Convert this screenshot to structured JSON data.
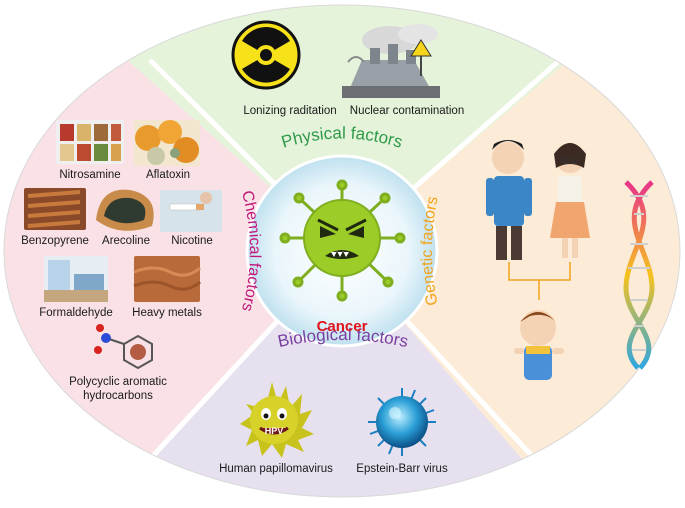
{
  "center": {
    "label": "Cancer"
  },
  "sectors": {
    "physical": {
      "title": "Physical factors",
      "color": "#2f9a4a",
      "items": [
        "Lonizing raditation",
        "Nuclear contamination"
      ]
    },
    "chemical": {
      "title": "Chemical factors",
      "color": "#c2187a",
      "items": [
        "Nitrosamine",
        "Aflatoxin",
        "Benzopyrene",
        "Arecoline",
        "Nicotine",
        "Formaldehyde",
        "Heavy metals",
        "Polycyclic aromatic",
        "hydrocarbons"
      ]
    },
    "genetic": {
      "title": "Genetic factors",
      "color": "#f2a31b"
    },
    "biological": {
      "title": "Biological factors",
      "color": "#7a3fa0",
      "items": [
        "Human papillomavirus",
        "Epstein-Barr virus"
      ]
    }
  },
  "icons": {
    "hpv_text": "HPV"
  },
  "colors": {
    "physical_bg": "#e4f3d9",
    "chemical_bg": "#f9e1e6",
    "genetic_bg": "#fcebd6",
    "biological_bg": "#e6e0ef",
    "virus": "#9ccc28"
  }
}
